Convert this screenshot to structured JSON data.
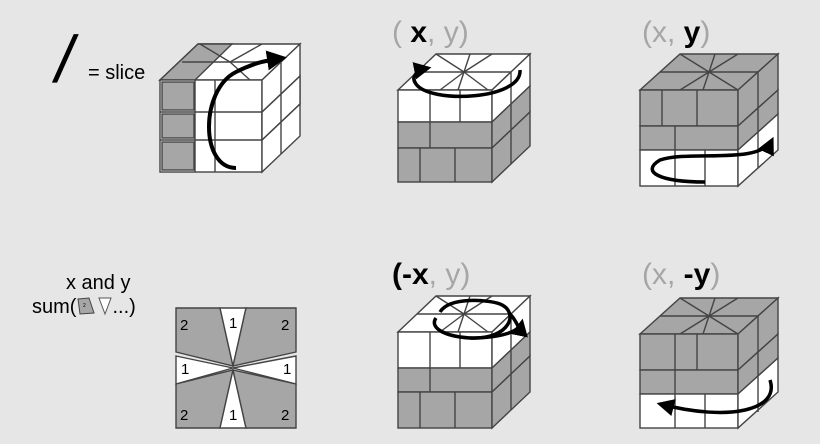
{
  "slice_legend": {
    "symbol": "/",
    "text": "= slice"
  },
  "captions": {
    "x": {
      "open": "(",
      "move": "x",
      "sep": ",",
      "other": "y",
      "close": ")"
    },
    "y": {
      "open": "(x,",
      "move": "y",
      "close": ")"
    },
    "neg_x": {
      "move": "(-x",
      "sep": ",",
      "other": "y)"
    },
    "neg_y": {
      "open": "(x,",
      "move": "-y",
      "close": ")"
    }
  },
  "notes": {
    "line1": "x and y",
    "line2_start": "sum(",
    "line2_end": "...)"
  },
  "piece_counts": [
    "2",
    "1",
    "2",
    "1",
    "1",
    "2",
    "1",
    "2"
  ],
  "mini_icon_digit": "2",
  "colors": {
    "background": "#e6e6e6",
    "piece_dark": "#a6a6a6",
    "piece_light": "#ffffff",
    "outline": "#444444",
    "caption_gray": "#a6a6a6"
  }
}
